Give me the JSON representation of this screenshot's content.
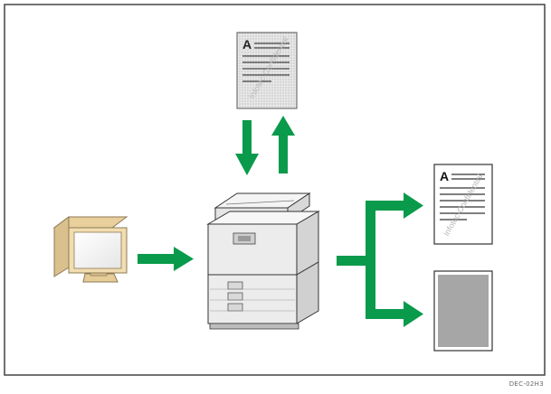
{
  "diagram": {
    "source_document": {
      "letter": "A",
      "watermark": "Infotec-Confidential"
    },
    "printed_document": {
      "letter": "A",
      "watermark": "Infotec-Confidential"
    },
    "figure_code": "DEC-02H3",
    "colors": {
      "frame": "#444444",
      "arrow": "#0a9a4c",
      "document_dotted": "#dcdcdc",
      "blank_sheet": "#a6a6a6",
      "monitor_body": "#f2ddb0",
      "device_body": "#ececec"
    },
    "icons": [
      "computer-icon",
      "multifunction-printer-icon",
      "document-icon",
      "blank-sheet-icon",
      "arrow-icon"
    ]
  }
}
